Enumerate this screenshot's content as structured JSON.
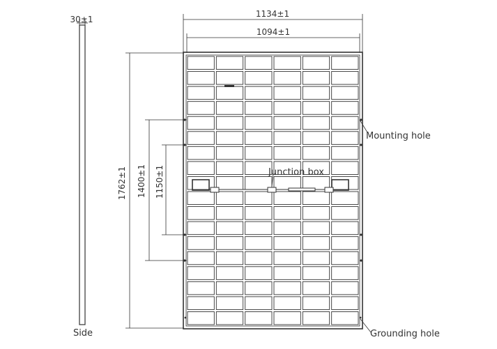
{
  "dimensions": {
    "frame_thickness": "30±1",
    "overall_width": "1134±1",
    "inner_width": "1094±1",
    "overall_length": "1762±1",
    "outer_hole_spacing": "1400±1",
    "inner_hole_spacing": "1150±1"
  },
  "labels": {
    "side": "Side",
    "mounting_hole": "Mounting hole",
    "junction_box": "Junction box",
    "grounding_hole": "Grounding hole"
  },
  "colors": {
    "line": "#333333",
    "background": "#ffffff"
  }
}
